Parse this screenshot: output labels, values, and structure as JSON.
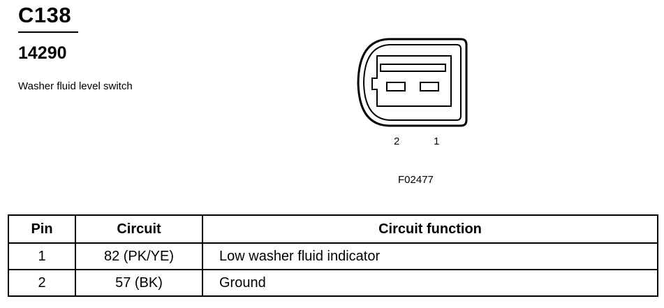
{
  "header": {
    "connector_id": "C138",
    "part_number": "14290",
    "description": "Washer fluid level switch"
  },
  "diagram": {
    "pin_labels": [
      "2",
      "1"
    ],
    "figure_id": "F02477"
  },
  "table": {
    "headers": [
      "Pin",
      "Circuit",
      "Circuit function"
    ],
    "rows": [
      {
        "pin": "1",
        "circuit": "82 (PK/YE)",
        "function": "Low washer fluid indicator"
      },
      {
        "pin": "2",
        "circuit": "57 (BK)",
        "function": "Ground"
      }
    ]
  }
}
